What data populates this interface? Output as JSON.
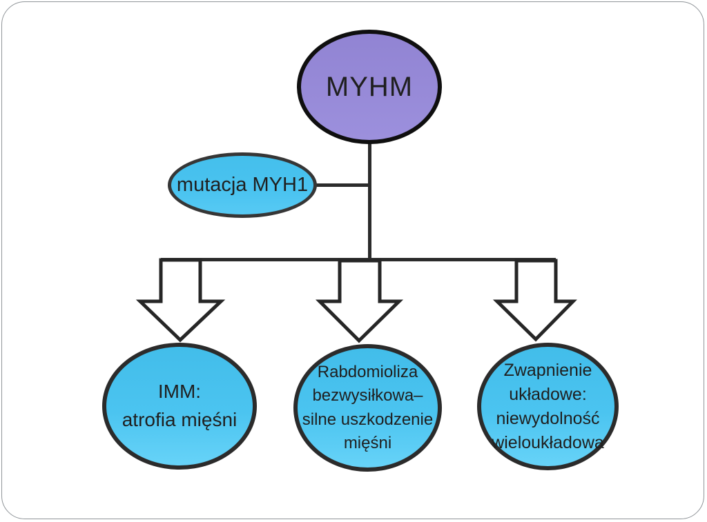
{
  "diagram": {
    "title_node": {
      "label": "MYHM"
    },
    "cause_node": {
      "label": "mutacja MYH1"
    },
    "outcomes": [
      {
        "lines": [
          "IMM:",
          "atrofia mięśni"
        ]
      },
      {
        "lines": [
          "Rabdomioliza",
          "bezwysiłkowa–",
          "silne uszkodzenie",
          "mięśni"
        ]
      },
      {
        "lines": [
          "Zwapnienie",
          "układowe:",
          "niewydolność",
          "wieloukładowa"
        ]
      }
    ],
    "colors": {
      "root_fill": "#978ad8",
      "blue_fill": "#4ac3f0",
      "shape_border": "#2b2b2b",
      "root_border": "#0f0f0f",
      "connector": "#2b2b2b",
      "arrow_fill": "#ffffff",
      "arrow_stroke": "#262626",
      "slide_border": "#8f9498",
      "text": "#1f1f1f"
    }
  }
}
